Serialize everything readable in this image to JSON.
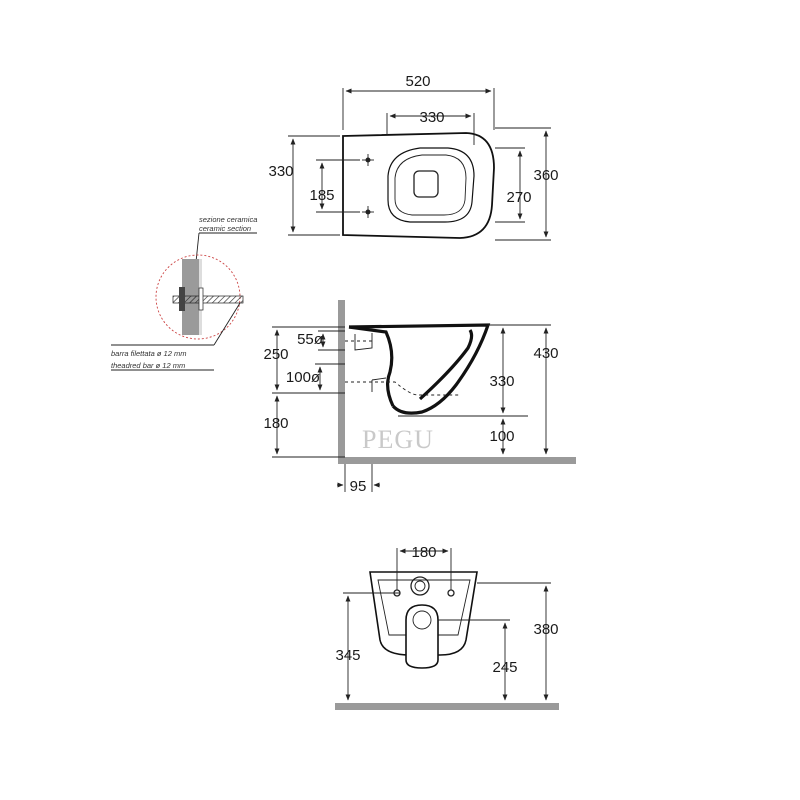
{
  "top_view": {
    "overall_width": "520",
    "fixing_span": "330",
    "left_height": "330",
    "fixing_distance": "185",
    "inner_depth": "270",
    "right_height": "360"
  },
  "section_detail": {
    "ceramic_section_it": "sezione ceramica",
    "ceramic_section_en": "ceramic section",
    "threaded_bar_it": "barra filettata ø 12 mm",
    "threaded_bar_en": "theadred bar ø 12 mm"
  },
  "side_view": {
    "inlet_diameter": "55ø",
    "outlet_diameter": "100ø",
    "inlet_height": "250",
    "outlet_height": "180",
    "bowl_height": "330",
    "total_height": "430",
    "floor_clearance": "100",
    "wall_offset": "95"
  },
  "front_view": {
    "bolt_spacing": "180",
    "outlet_height": "345",
    "rim_height": "380",
    "inlet_height": "245"
  },
  "watermark": "PEGU"
}
